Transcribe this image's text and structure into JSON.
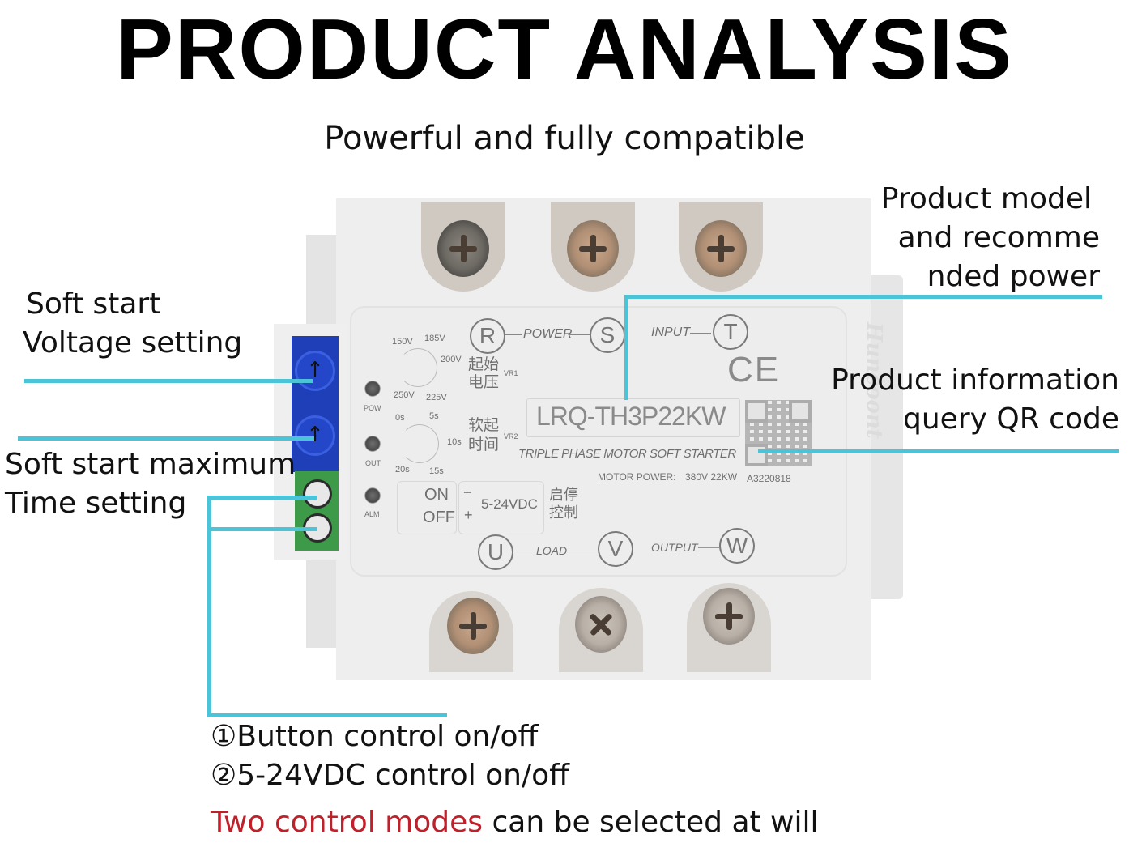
{
  "header": {
    "title": "PRODUCT ANALYSIS",
    "subtitle": "Powerful and fully compatible"
  },
  "callouts": {
    "soft_start_voltage": [
      "Soft start",
      "Voltage setting"
    ],
    "soft_start_time": [
      "Soft start maximum",
      "Time setting"
    ],
    "product_model": [
      "Product model",
      "and recomme",
      "nded power"
    ],
    "qr_code": [
      "Product information",
      "query QR code"
    ]
  },
  "control_modes": {
    "items": [
      "①Button control on/off",
      "②5-24VDC control on/off"
    ],
    "summary_highlight": "Two control modes",
    "summary_rest": " can be selected at will"
  },
  "device": {
    "model": "LRQ-TH3P22KW",
    "description": "TRIPLE PHASE MOTOR SOFT STARTER",
    "motor_power_label": "MOTOR POWER:",
    "motor_power_value": "380V 22KW",
    "serial": "A3220818",
    "ce_mark": "CE",
    "brand_vertical": "Huncoont",
    "input_terminals": [
      "R",
      "S",
      "T"
    ],
    "input_labels": [
      "POWER",
      "INPUT"
    ],
    "output_terminals": [
      "U",
      "V",
      "W"
    ],
    "output_labels": [
      "LOAD",
      "OUTPUT"
    ],
    "vr1": {
      "ticks": [
        "150V",
        "185V",
        "200V",
        "250V",
        "225V"
      ],
      "label_cn": [
        "起始",
        "电压"
      ],
      "tag": "VR1"
    },
    "vr2": {
      "ticks": [
        "0s",
        "5s",
        "10s",
        "20s",
        "15s"
      ],
      "label_cn": [
        "软起",
        "时间"
      ],
      "tag": "VR2"
    },
    "leds": [
      "POW",
      "OUT",
      "ALM"
    ],
    "switch": [
      "ON",
      "OFF"
    ],
    "dc_input": {
      "minus": "−",
      "plus": "+",
      "range": "5-24VDC",
      "label_cn": [
        "启停",
        "控制"
      ]
    }
  },
  "colors": {
    "leader_line": "#4cc4d8",
    "highlight_red": "#c0202a",
    "pot_blue": "#2347c8",
    "terminal_green": "#3d9a48"
  }
}
